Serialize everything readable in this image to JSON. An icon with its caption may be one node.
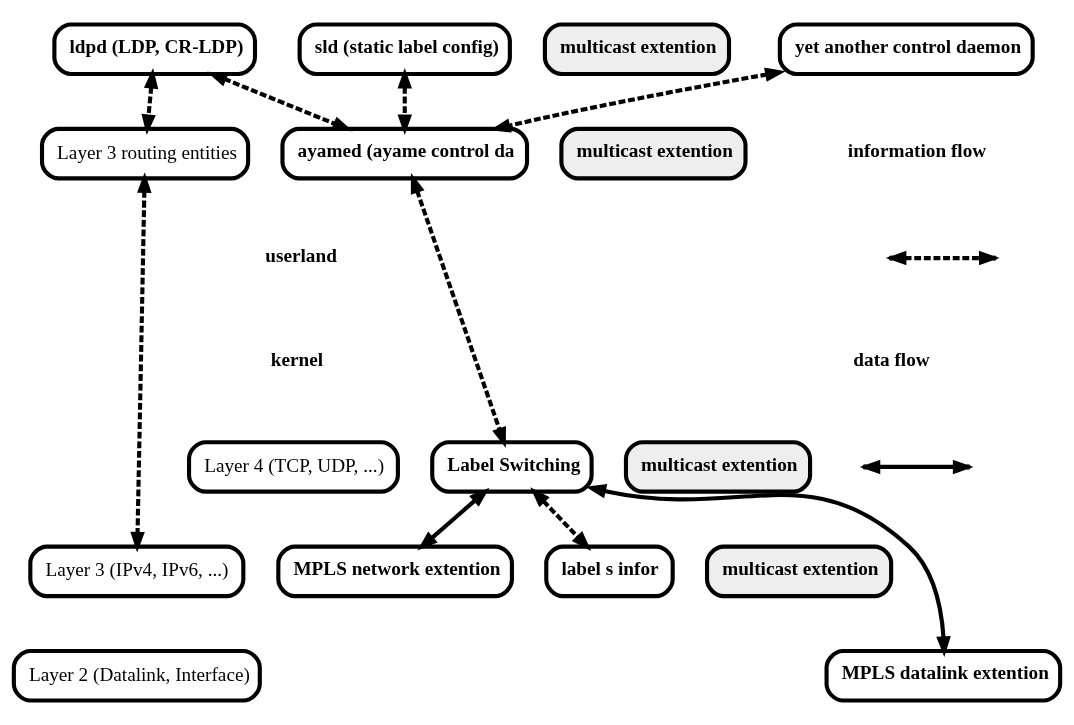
{
  "diagram": {
    "nodes": [
      {
        "text": [
          "ldpd (LDP, CR-LDP)"
        ]
      },
      {
        "text": [
          "multicast extention"
        ]
      },
      {
        "text": [
          "sld (static label config)"
        ]
      },
      {
        "text": [
          "yet another control daemon"
        ]
      },
      {
        "text": [
          "Layer 3 routing entities"
        ]
      },
      {
        "text": [
          "ayamed (ayame control da"
        ]
      },
      {
        "text": [
          "multicast extention"
        ]
      },
      {
        "text": [
          "Layer 4 (TCP, UDP, ...)"
        ]
      },
      {
        "text": [
          "Label Switching"
        ]
      },
      {
        "text": [
          "multicast extention"
        ]
      },
      {
        "text": [
          "Layer 3 (IPv4, IPv6, ...)"
        ]
      },
      {
        "text": [
          "MPLS network extention"
        ]
      },
      {
        "text": [
          "label s infor"
        ]
      },
      {
        "text": [
          "multicast extention"
        ]
      },
      {
        "text": [
          "Layer 2 (Datalink, Interface)"
        ]
      },
      {
        "text": [
          "MPLS datalink extention"
        ]
      }
    ],
    "edges": [
      {
        "from": 0,
        "to": 4,
        "arrow": "both",
        "style": "dashed"
      },
      {
        "from": 0,
        "to": 5,
        "arrow": "both",
        "style": "dashed"
      },
      {
        "from": 2,
        "to": 5,
        "arrow": "both",
        "style": "dashed"
      },
      {
        "from": 3,
        "to": 5,
        "arrow": "both",
        "style": "dashed"
      },
      {
        "from": 4,
        "to": 10,
        "arrow": "both",
        "style": "dashed"
      },
      {
        "from": 5,
        "to": 8,
        "arrow": "both",
        "style": "dashed"
      },
      {
        "from": 8,
        "to": 11,
        "arrow": "both"
      },
      {
        "from": 8,
        "to": 15,
        "arrow": "both"
      },
      {
        "from": 8,
        "to": 12,
        "arrow": "both",
        "style": "dashed"
      }
    ],
    "labels": [
      "userland",
      "kernel"
    ],
    "legend": [
      {
        "text": "information flow"
      },
      {
        "text": "data flow"
      }
    ]
  }
}
